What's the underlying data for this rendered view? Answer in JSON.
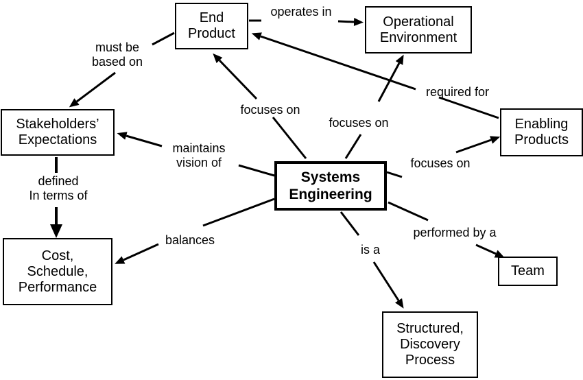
{
  "nodes": {
    "end_product": "End\nProduct",
    "operational_environment": "Operational\nEnvironment",
    "stakeholders_expectations": "Stakeholders’\nExpectations",
    "enabling_products": "Enabling\nProducts",
    "systems_engineering": "Systems\nEngineering",
    "cost_schedule_performance": "Cost,\nSchedule,\nPerformance",
    "team": "Team",
    "structured_discovery_process": "Structured,\nDiscovery\nProcess"
  },
  "edges": {
    "operates_in": "operates in",
    "must_be_based_on": "must be\nbased on",
    "required_for": "required for",
    "focuses_on_end_product": "focuses on",
    "focuses_on_operational_environment": "focuses on",
    "focuses_on_enabling_products": "focuses on",
    "maintains_vision_of": "maintains\nvision of",
    "defined_in_terms_of": "defined\nIn terms of",
    "balances": "balances",
    "is_a": "is a",
    "performed_by_a": "performed by a"
  },
  "colors": {
    "ink": "#000000",
    "background": "#ffffff"
  }
}
